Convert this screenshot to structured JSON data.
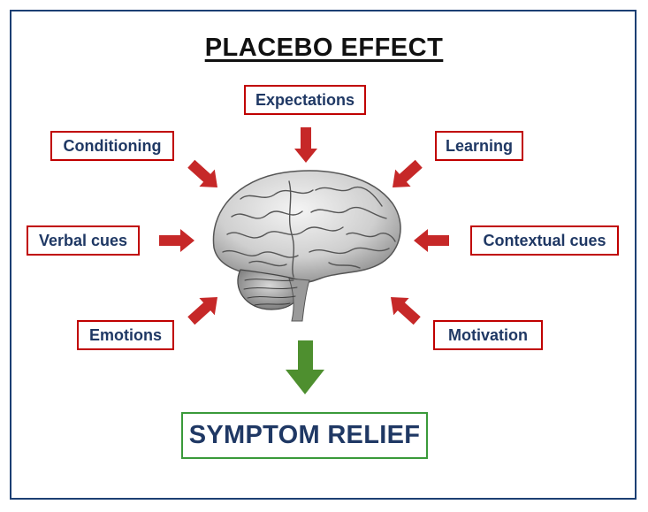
{
  "title": "PLACEBO EFFECT",
  "factors": {
    "expectations": "Expectations",
    "conditioning": "Conditioning",
    "learning": "Learning",
    "verbal_cues": "Verbal cues",
    "contextual_cues": "Contextual cues",
    "emotions": "Emotions",
    "motivation": "Motivation"
  },
  "result": "SYMPTOM RELIEF",
  "colors": {
    "frame": "#1c3f73",
    "factor_border": "#c00000",
    "factor_text": "#1f3864",
    "arrow_red": "#c62828",
    "arrow_green": "#4e8f2f",
    "result_border": "#3a9a3a"
  },
  "icons": {
    "center": "brain-illustration"
  }
}
